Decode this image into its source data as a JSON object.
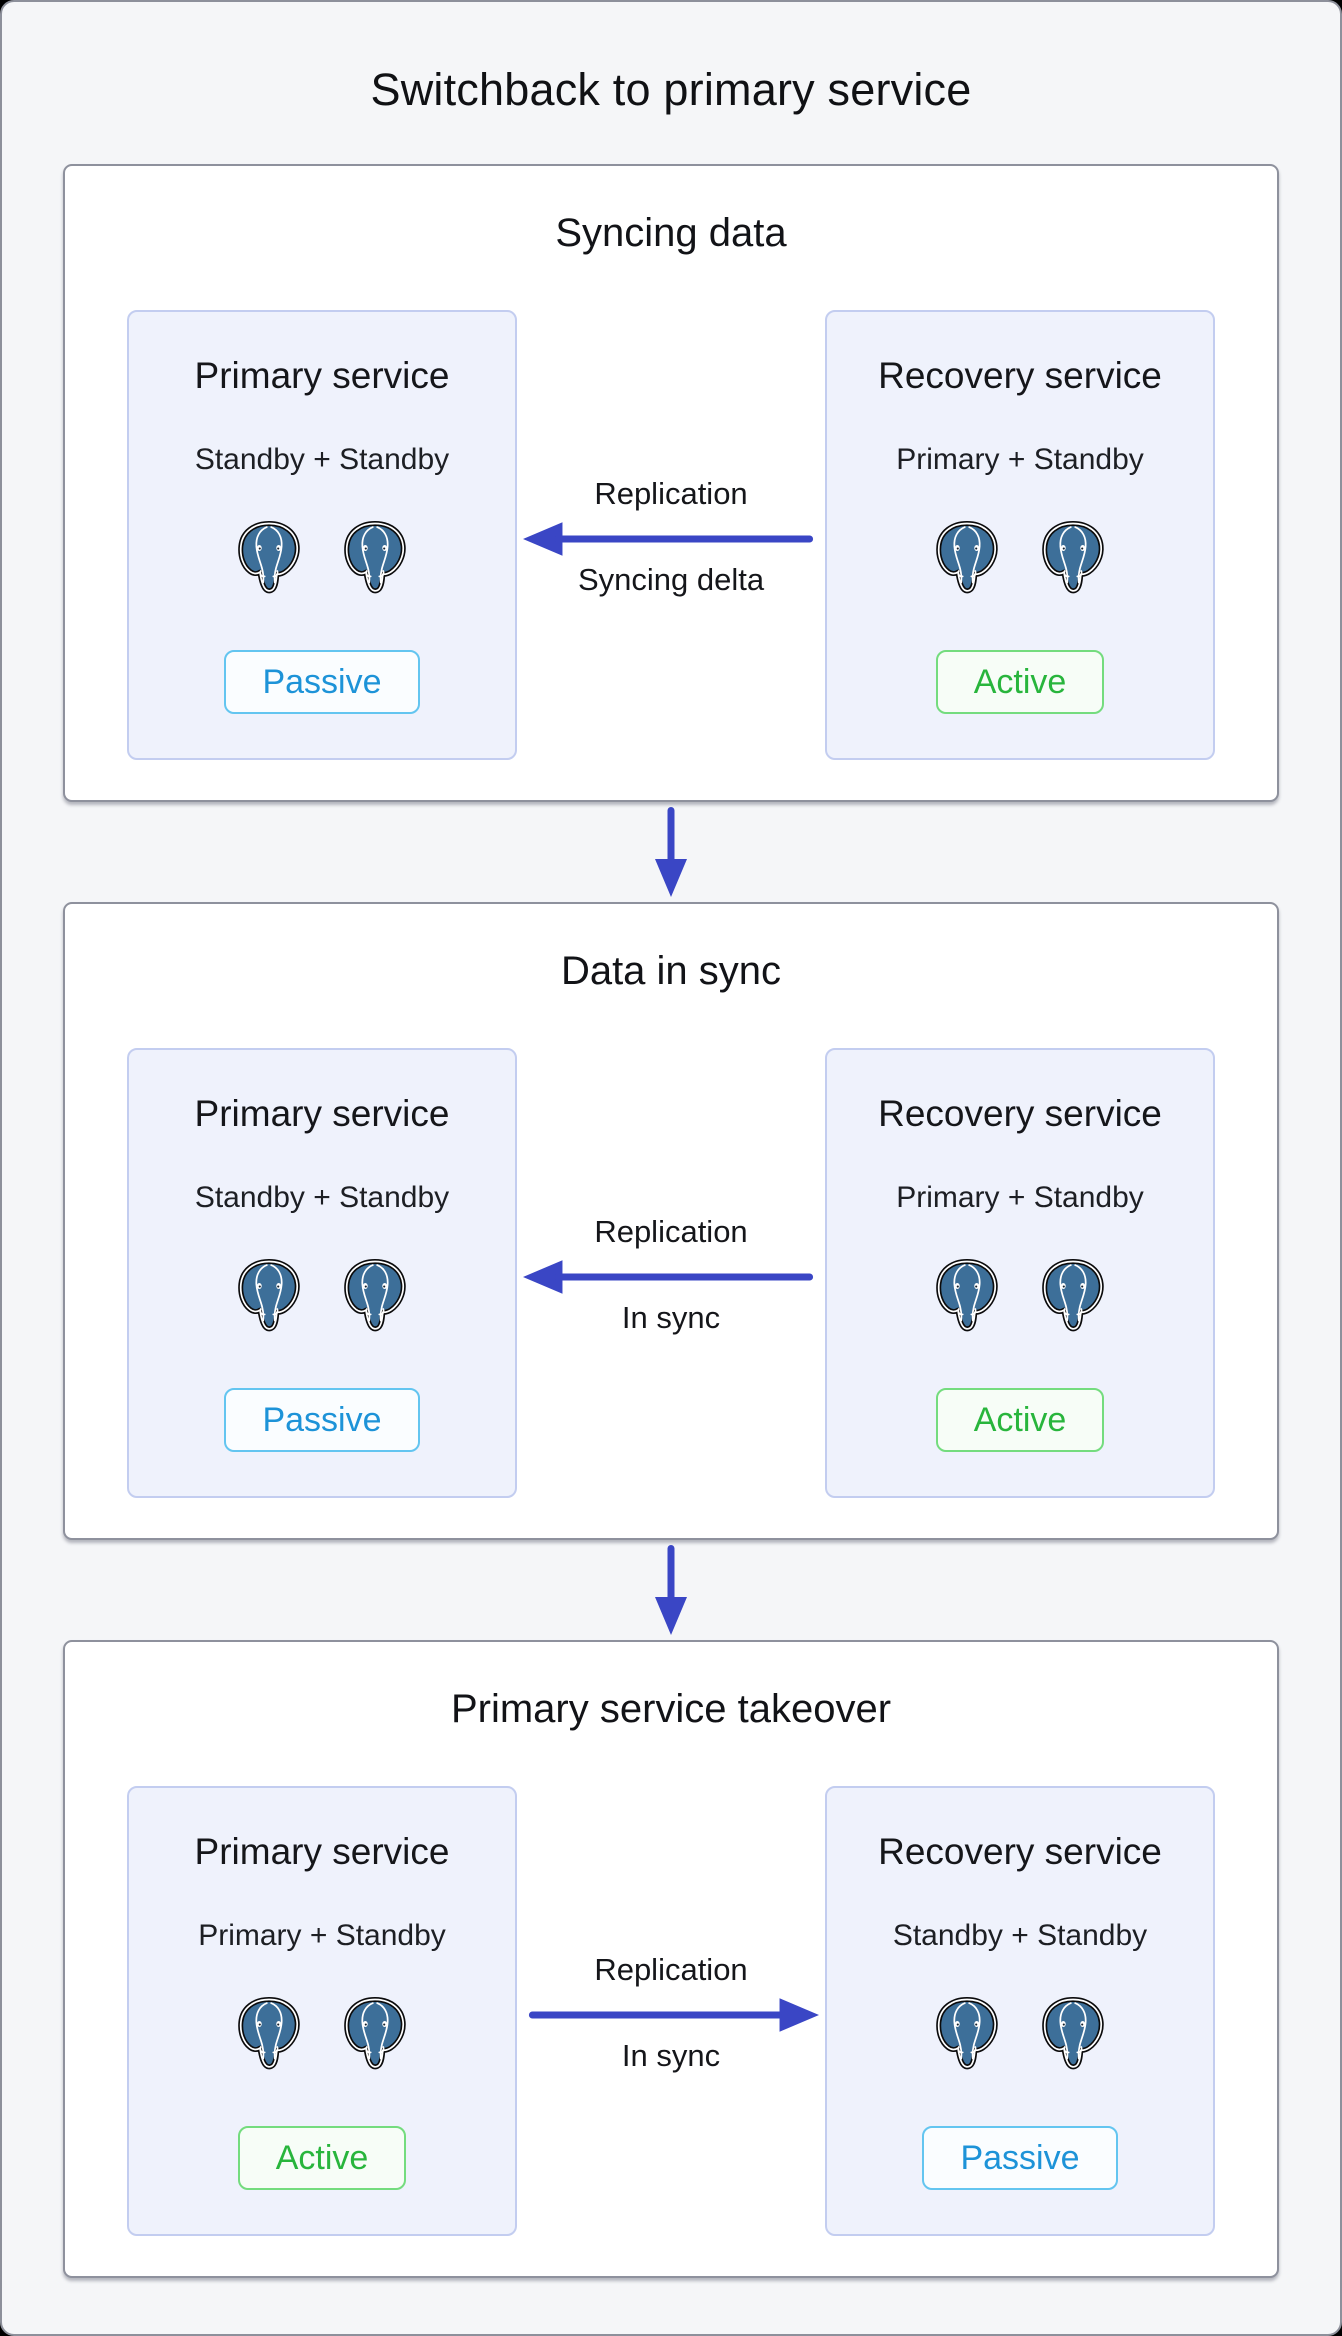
{
  "diagram": {
    "title": "Switchback to primary service"
  },
  "colors": {
    "page_background": "#f5f6f8",
    "stage_background": "#ffffff",
    "stage_border": "#8e919d",
    "service_box_background": "#eff2fc",
    "service_box_border": "#c3cdf0",
    "arrow_blue": "#3a46c5",
    "passive_text": "#1d93d8",
    "passive_border": "#63c5f0",
    "active_text": "#28b53c",
    "active_border": "#74dc7e",
    "postgres_elephant_blue": "#3d6f99"
  },
  "icons": {
    "database_icon": "postgresql-elephant-icon",
    "flow_icon": "arrow"
  },
  "sections": [
    {
      "title": "Syncing data",
      "left": {
        "title": "Primary service",
        "subtitle": "Standby + Standby",
        "badge": "Passive",
        "badge_state": "passive"
      },
      "right": {
        "title": "Recovery service",
        "subtitle": "Primary + Standby",
        "badge": "Active",
        "badge_state": "active"
      },
      "arrow": {
        "direction": "left",
        "label_top": "Replication",
        "label_bottom": "Syncing delta"
      }
    },
    {
      "title": "Data in sync",
      "left": {
        "title": "Primary service",
        "subtitle": "Standby + Standby",
        "badge": "Passive",
        "badge_state": "passive"
      },
      "right": {
        "title": "Recovery service",
        "subtitle": "Primary + Standby",
        "badge": "Active",
        "badge_state": "active"
      },
      "arrow": {
        "direction": "left",
        "label_top": "Replication",
        "label_bottom": "In sync"
      }
    },
    {
      "title": "Primary service takeover",
      "left": {
        "title": "Primary service",
        "subtitle": "Primary + Standby",
        "badge": "Active",
        "badge_state": "active"
      },
      "right": {
        "title": "Recovery service",
        "subtitle": "Standby + Standby",
        "badge": "Passive",
        "badge_state": "passive"
      },
      "arrow": {
        "direction": "right",
        "label_top": "Replication",
        "label_bottom": "In sync"
      }
    }
  ]
}
